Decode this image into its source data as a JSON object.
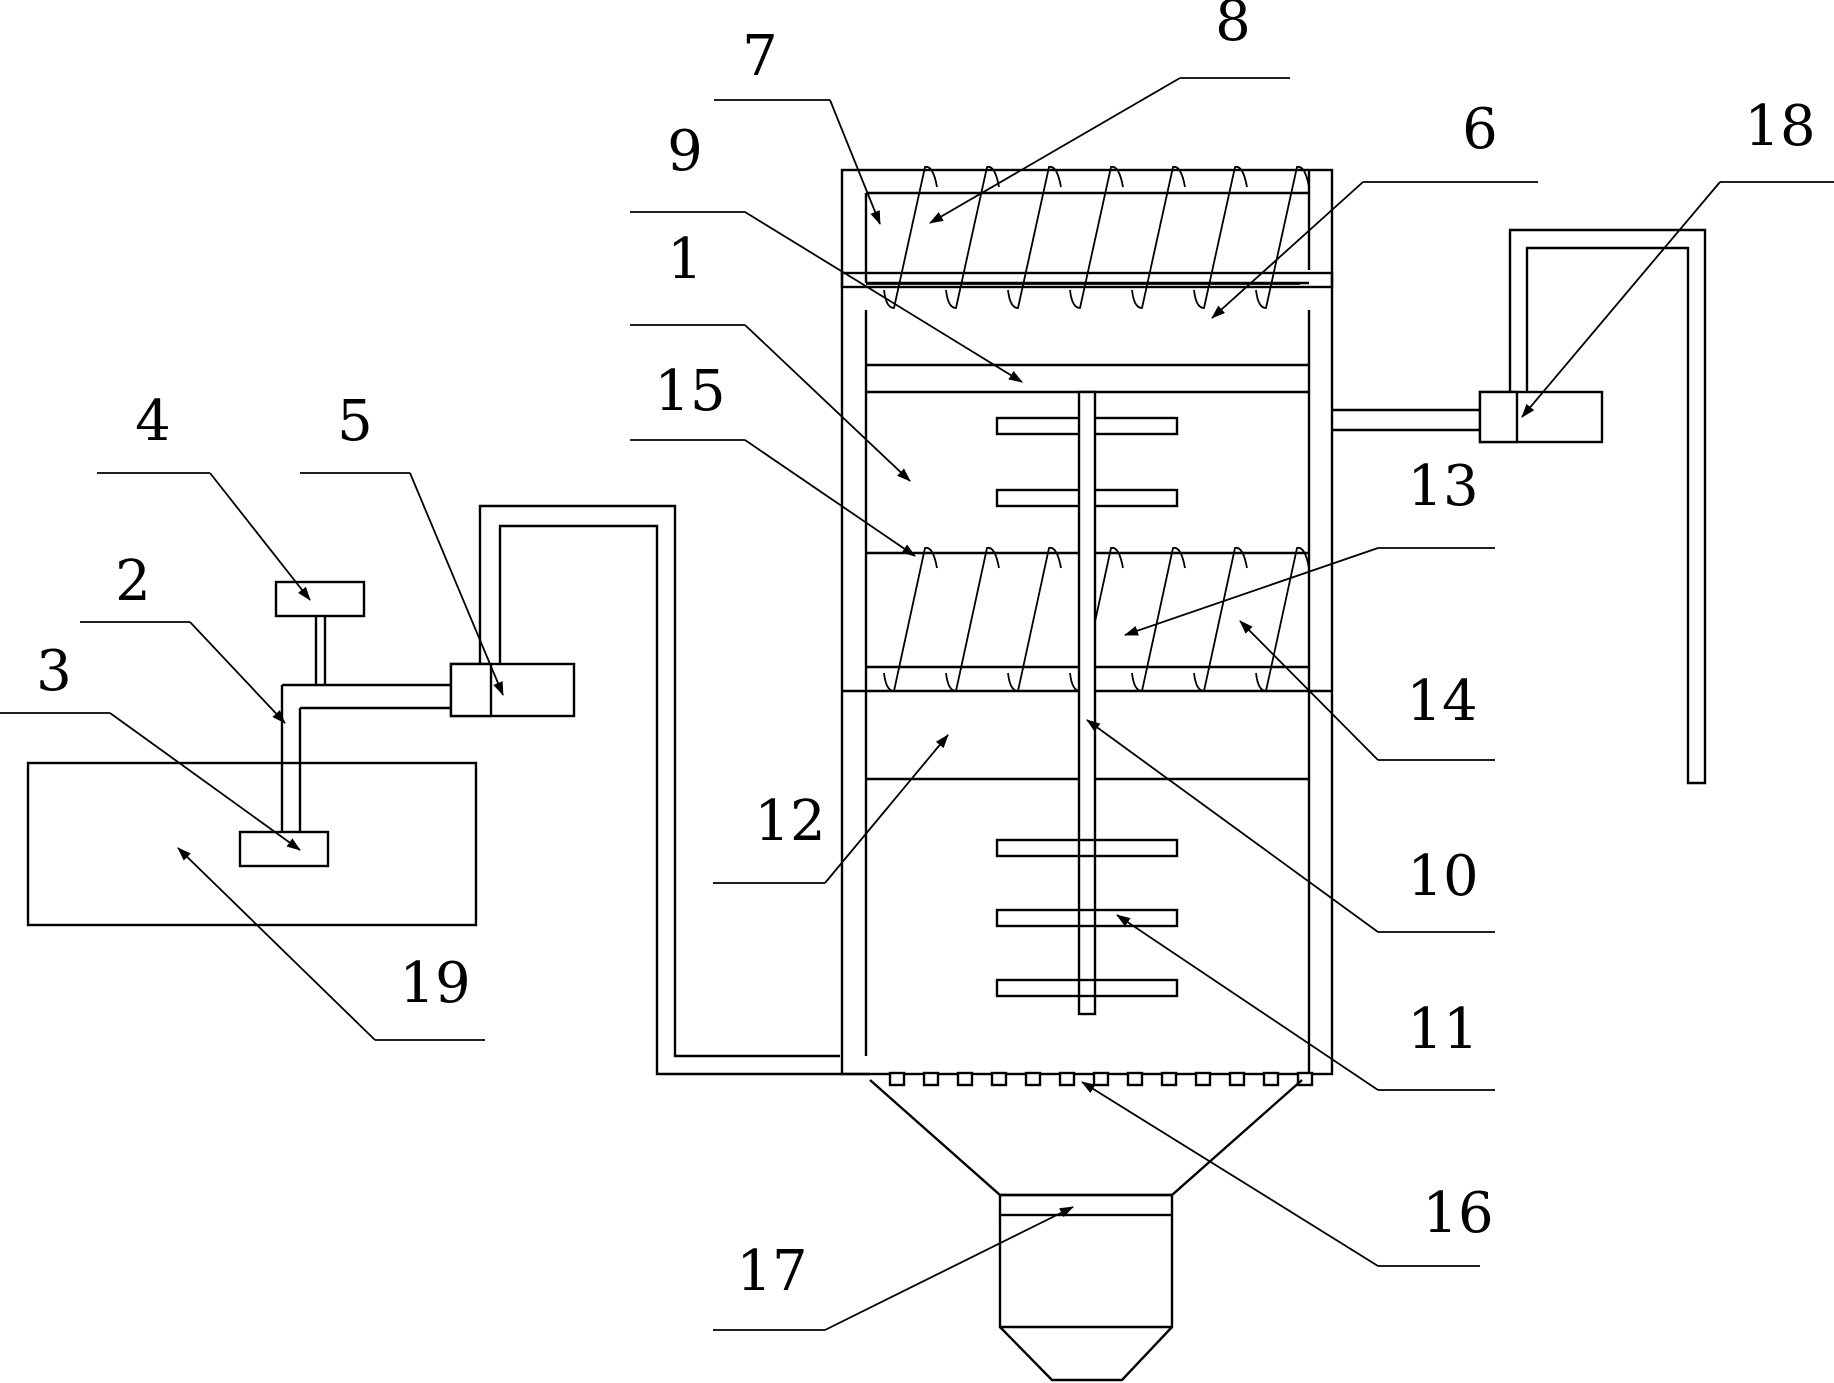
{
  "figure": {
    "labels": [
      "1",
      "2",
      "3",
      "4",
      "5",
      "6",
      "7",
      "8",
      "9",
      "10",
      "11",
      "12",
      "13",
      "14",
      "15",
      "16",
      "17",
      "18",
      "19"
    ]
  },
  "colors": {
    "line": "#000000",
    "background": "#ffffff"
  }
}
